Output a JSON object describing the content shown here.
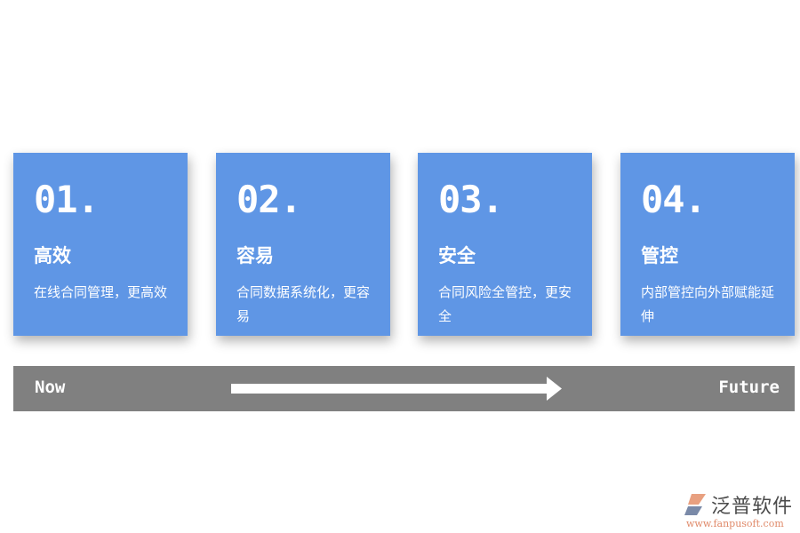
{
  "cards": [
    {
      "number": "01.",
      "title": "高效",
      "desc": "在线合同管理，更高效"
    },
    {
      "number": "02.",
      "title": "容易",
      "desc": "合同数据系统化，更容易"
    },
    {
      "number": "03.",
      "title": "安全",
      "desc": "合同风险全管控，更安全"
    },
    {
      "number": "04.",
      "title": "管控",
      "desc": "内部管控向外部赋能延伸"
    }
  ],
  "timeline": {
    "start_label": "Now",
    "end_label": "Future",
    "icon": "arrow-right-icon"
  },
  "logo": {
    "name": "泛普软件",
    "url": "www.fanpusoft.com"
  },
  "colors": {
    "card": "#5f96e5",
    "bar": "#808080"
  }
}
